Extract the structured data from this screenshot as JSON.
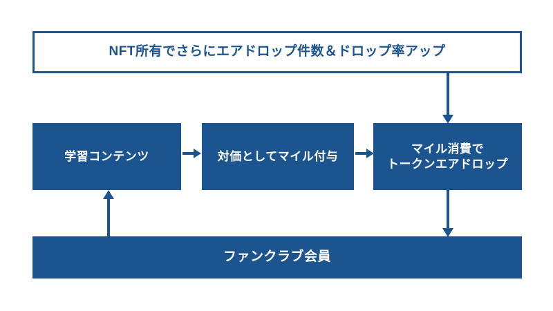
{
  "diagram": {
    "title_text": "NFT所有でさらにエアドロップ件数＆ドロップ率アップ",
    "colors": {
      "brand_blue": "#1c5490",
      "box_fill": "#1c5490",
      "box_text_on_fill": "#ffffff",
      "banner_background": "#ffffff",
      "banner_text": "#1c5490",
      "arrow": "#1c5490",
      "page_background": "#ffffff"
    },
    "nodes": {
      "nft_banner": {
        "label": "NFT所有でさらにエアドロップ件数＆ドロップ率アップ",
        "style": "outlined"
      },
      "learning_content": {
        "label": "学習コンテンツ",
        "style": "filled"
      },
      "miles_reward": {
        "label": "対価としてマイル付与",
        "style": "filled"
      },
      "token_airdrop": {
        "line1": "マイル消費で",
        "line2": "トークンエアドロップ",
        "style": "filled"
      },
      "fanclub_member": {
        "label": "ファンクラブ会員",
        "style": "filled"
      }
    },
    "arrows": [
      {
        "name": "learning-to-miles",
        "icon": "arrow-right-icon",
        "direction": "right",
        "from": "learning_content",
        "to": "miles_reward"
      },
      {
        "name": "miles-to-airdrop",
        "icon": "arrow-right-icon",
        "direction": "right",
        "from": "miles_reward",
        "to": "token_airdrop"
      },
      {
        "name": "nft-to-airdrop",
        "icon": "arrow-down-icon",
        "direction": "down",
        "from": "nft_banner",
        "to": "token_airdrop"
      },
      {
        "name": "airdrop-to-fanclub",
        "icon": "arrow-down-icon",
        "direction": "down",
        "from": "token_airdrop",
        "to": "fanclub_member"
      },
      {
        "name": "fanclub-to-learning",
        "icon": "arrow-up-icon",
        "direction": "up",
        "from": "fanclub_member",
        "to": "learning_content"
      }
    ]
  }
}
